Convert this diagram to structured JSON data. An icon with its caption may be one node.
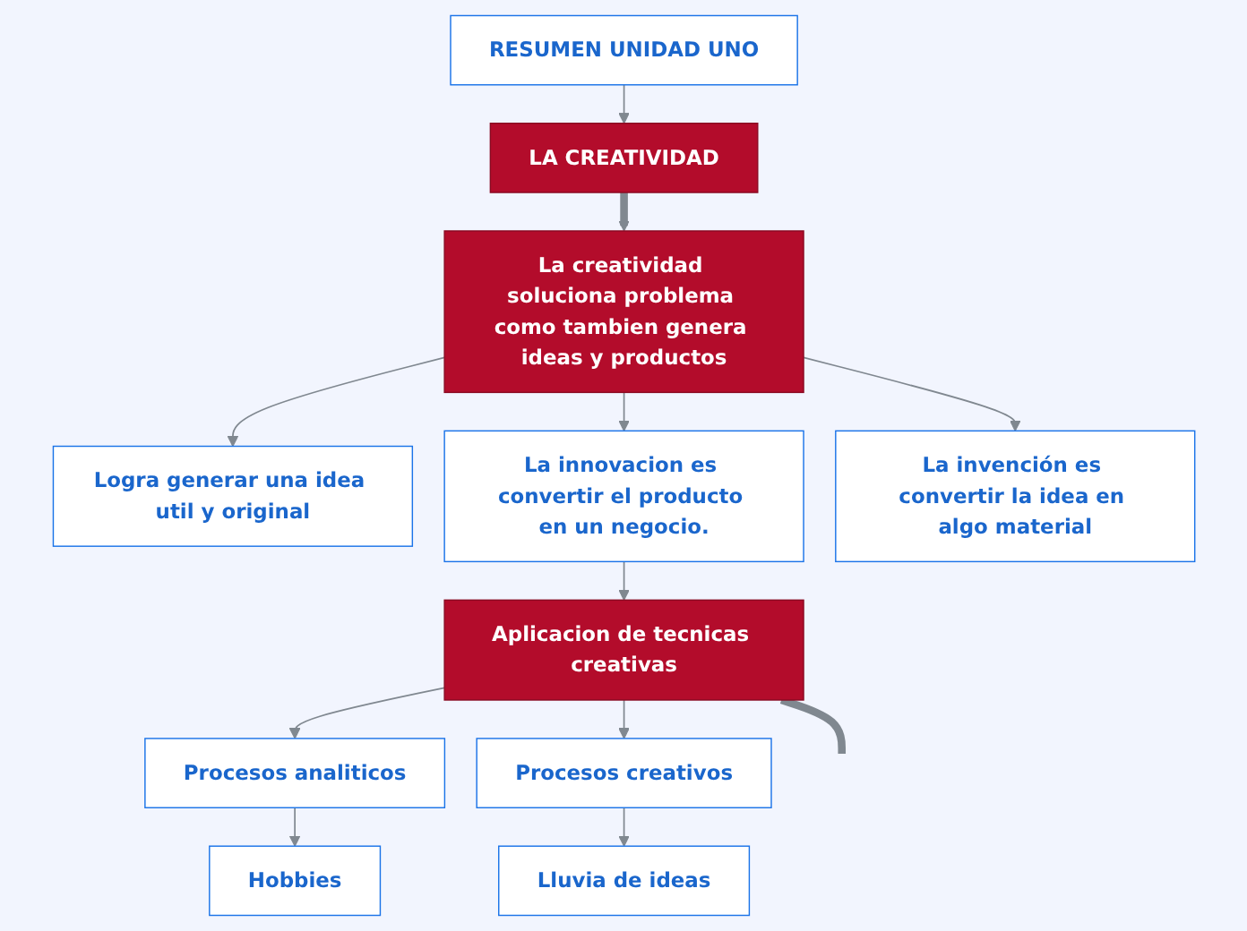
{
  "diagram": {
    "nodes": [
      {
        "text": [
          "RESUMEN UNIDAD UNO"
        ]
      },
      {
        "text": [
          "LA CREATIVIDAD"
        ]
      },
      {
        "text": [
          "La creatividad soluciona problema como tambien genera ideas y productos"
        ]
      },
      {
        "text": [
          "Logra generar una idea util y original"
        ]
      },
      {
        "text": [
          "La innovacion es convertir el producto en un negocio."
        ]
      },
      {
        "text": [
          "La invención es convertir la idea en algo material"
        ]
      },
      {
        "text": [
          "Aplicacion de tecnicas creativas"
        ]
      },
      {
        "text": [
          "Procesos analiticos"
        ]
      },
      {
        "text": [
          "Procesos creativos"
        ]
      },
      {
        "text": [
          "Hobbies"
        ]
      },
      {
        "text": [
          "Lluvia de ideas"
        ]
      }
    ],
    "edges": [
      {
        "from": 0,
        "to": 1,
        "arrow": "to"
      },
      {
        "from": 1,
        "to": 2,
        "arrow": "to",
        "style": "thick"
      },
      {
        "from": 2,
        "to": 3,
        "arrow": "to"
      },
      {
        "from": 2,
        "to": 4,
        "arrow": "to"
      },
      {
        "from": 2,
        "to": 5,
        "arrow": "to"
      },
      {
        "from": 4,
        "to": 6,
        "arrow": "to"
      },
      {
        "from": 6,
        "to": 7,
        "arrow": "to"
      },
      {
        "from": 6,
        "to": 8,
        "arrow": "to"
      },
      {
        "from": 7,
        "to": 9,
        "arrow": "to"
      },
      {
        "from": 8,
        "to": 10,
        "arrow": "to"
      },
      {
        "from": 6,
        "to": null,
        "arrow": "none",
        "style": "thick"
      }
    ]
  }
}
